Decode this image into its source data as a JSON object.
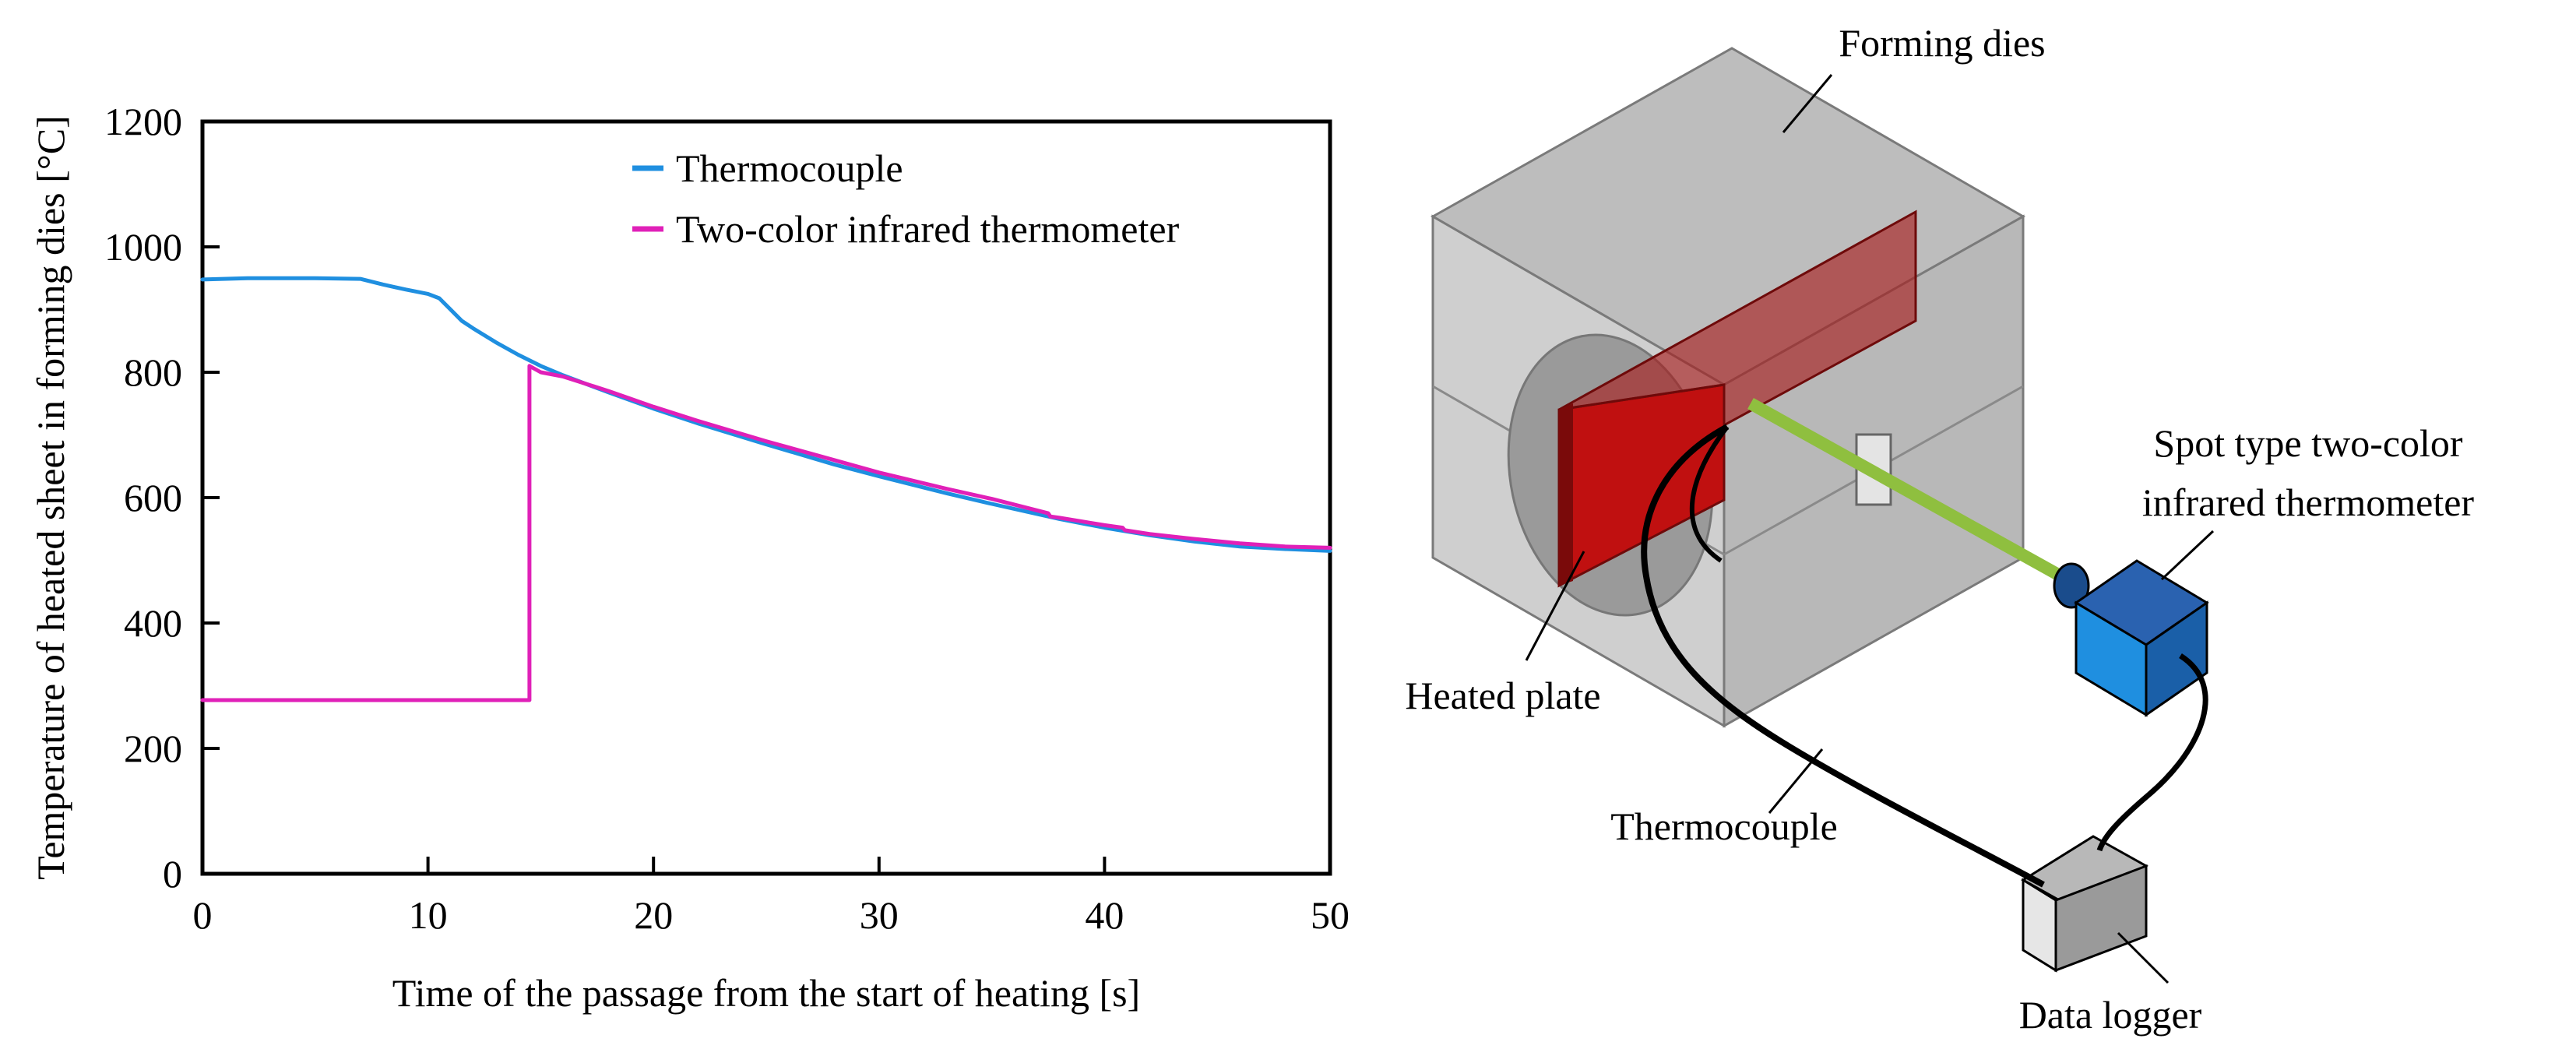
{
  "chart_data": {
    "type": "line",
    "xlabel": "Time of the passage from the start of heating [s]",
    "ylabel": "Temperature of heated sheet in forming dies  [°C]",
    "xlim": [
      0,
      50
    ],
    "ylim": [
      0,
      1200
    ],
    "x_ticks": [
      "0",
      "10",
      "20",
      "30",
      "40",
      "50"
    ],
    "y_ticks": [
      "0",
      "200",
      "400",
      "600",
      "800",
      "1000",
      "1200"
    ],
    "grid": false,
    "legend_position": "top-right",
    "series": [
      {
        "name": "Thermocouple",
        "color": "#1f8fe0",
        "points": [
          [
            0,
            948
          ],
          [
            2,
            950
          ],
          [
            5,
            950
          ],
          [
            7,
            949
          ],
          [
            8,
            940
          ],
          [
            9,
            932
          ],
          [
            10,
            925
          ],
          [
            10.5,
            918
          ],
          [
            11,
            900
          ],
          [
            11.5,
            882
          ],
          [
            12,
            870
          ],
          [
            13,
            848
          ],
          [
            14,
            828
          ],
          [
            15,
            810
          ],
          [
            16,
            795
          ],
          [
            18,
            768
          ],
          [
            20,
            742
          ],
          [
            22,
            718
          ],
          [
            25,
            685
          ],
          [
            28,
            653
          ],
          [
            30,
            634
          ],
          [
            33,
            607
          ],
          [
            35,
            590
          ],
          [
            38,
            566
          ],
          [
            40,
            552
          ],
          [
            42,
            540
          ],
          [
            44,
            530
          ],
          [
            46,
            522
          ],
          [
            48,
            518
          ],
          [
            50,
            515
          ]
        ]
      },
      {
        "name": "Two-color infrared thermometer",
        "color": "#e020b8",
        "points": [
          [
            0,
            277
          ],
          [
            14.5,
            277
          ],
          [
            14.5,
            810
          ],
          [
            15,
            800
          ],
          [
            16,
            793
          ],
          [
            18,
            770
          ],
          [
            20,
            745
          ],
          [
            22,
            722
          ],
          [
            25,
            690
          ],
          [
            28,
            660
          ],
          [
            30,
            640
          ],
          [
            33,
            614
          ],
          [
            35,
            598
          ],
          [
            37.5,
            575
          ],
          [
            37.6,
            570
          ],
          [
            38,
            568
          ],
          [
            40,
            556
          ],
          [
            40.8,
            552
          ],
          [
            40.9,
            548
          ],
          [
            42,
            542
          ],
          [
            44,
            534
          ],
          [
            46,
            527
          ],
          [
            48,
            522
          ],
          [
            50,
            520
          ]
        ]
      }
    ]
  },
  "diagram": {
    "labels": {
      "forming_dies": "Forming dies",
      "thermometer_line1": "Spot type two-color",
      "thermometer_line2": "infrared thermometer",
      "heated_plate": "Heated plate",
      "thermocouple": "Thermocouple",
      "data_logger": "Data logger"
    },
    "colors": {
      "die": "#c8c8c8",
      "plate": "#c01010",
      "beam": "#8fbf3f",
      "thermometer": "#1f8fe0",
      "logger": "#9a9a9a"
    }
  }
}
